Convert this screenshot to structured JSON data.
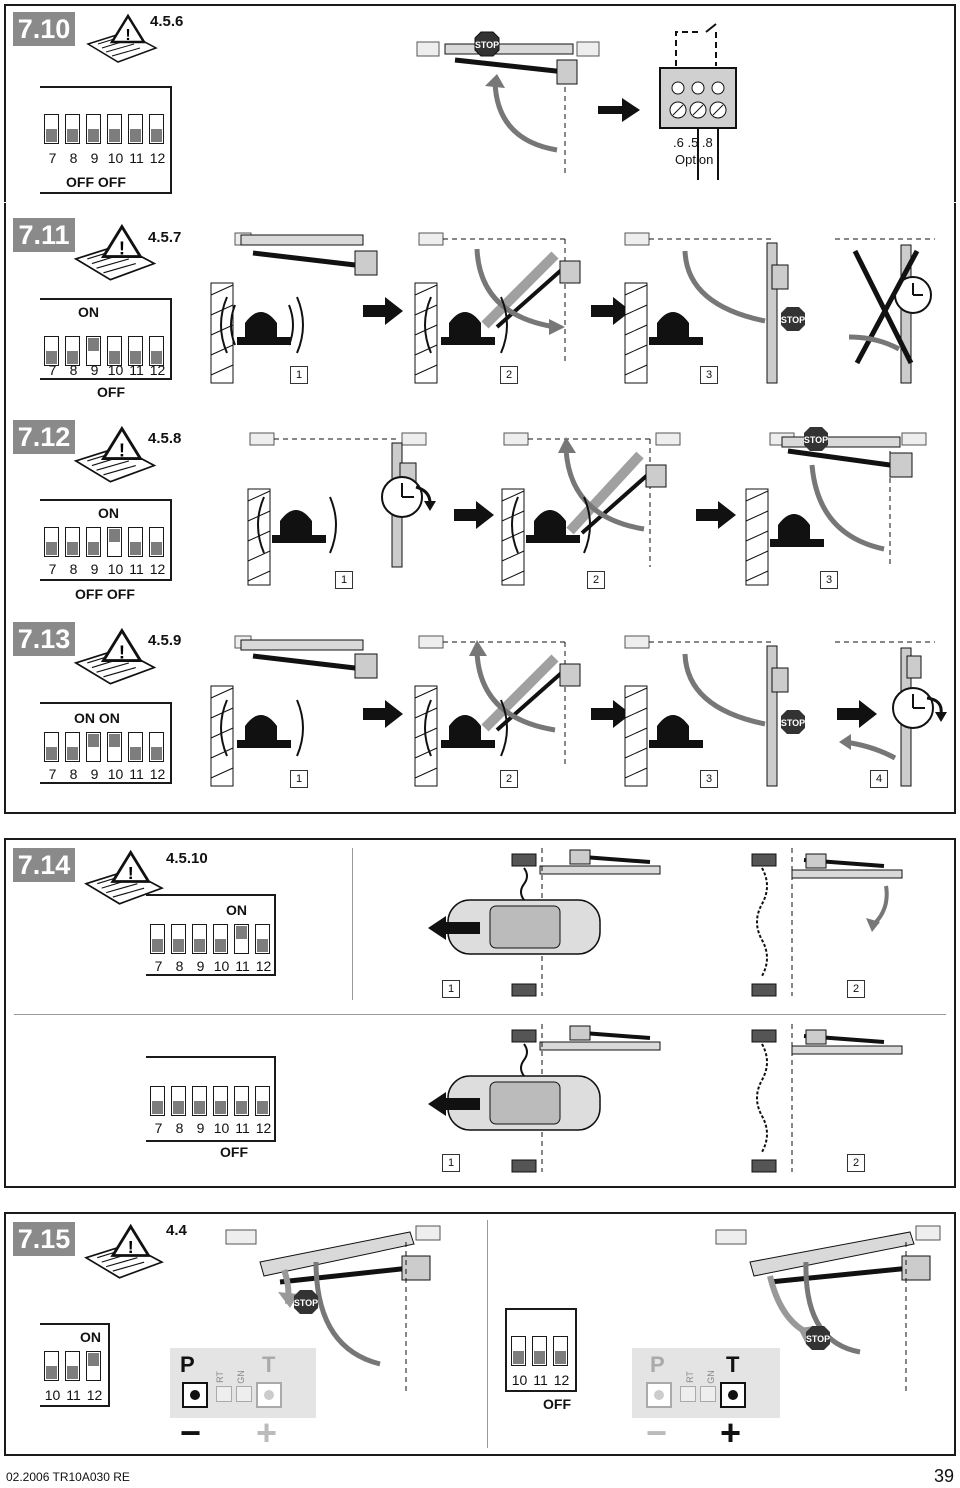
{
  "sections": {
    "s710": {
      "number": "7.10",
      "ref": "4.5.6",
      "dip_labels": [
        "7",
        "8",
        "9",
        "10",
        "11",
        "12"
      ],
      "top_label": "",
      "bottom_label": "OFF OFF",
      "terminal_labels": ".6  .5  .8",
      "option_label": "Option"
    },
    "s711": {
      "number": "7.11",
      "ref": "4.5.7",
      "dip_labels": [
        "7",
        "8",
        "9",
        "10",
        "11",
        "12"
      ],
      "top_label": "ON",
      "bottom_label": "OFF",
      "steps": [
        "1",
        "2",
        "3"
      ]
    },
    "s712": {
      "number": "7.12",
      "ref": "4.5.8",
      "dip_labels": [
        "7",
        "8",
        "9",
        "10",
        "11",
        "12"
      ],
      "top_label": "ON",
      "bottom_label": "OFF  OFF",
      "steps": [
        "1",
        "2",
        "3"
      ]
    },
    "s713": {
      "number": "7.13",
      "ref": "4.5.9",
      "dip_labels": [
        "7",
        "8",
        "9",
        "10",
        "11",
        "12"
      ],
      "top_label": "ON ON",
      "bottom_label": "",
      "steps": [
        "1",
        "2",
        "3",
        "4"
      ]
    },
    "s714": {
      "number": "7.14",
      "ref": "4.5.10",
      "dip_labels": [
        "7",
        "8",
        "9",
        "10",
        "11",
        "12"
      ],
      "top_label": "ON",
      "bottom_label": "OFF",
      "steps": [
        "1",
        "2"
      ]
    },
    "s715": {
      "number": "7.15",
      "ref": "4.4",
      "dip_labels": [
        "10",
        "11",
        "12"
      ],
      "top_label": "ON",
      "bottom_label": "OFF",
      "panel_left": {
        "p": "P",
        "rt": "RT",
        "gn": "GN",
        "t": "T",
        "minus": "−",
        "plus": "+"
      },
      "panel_right": {
        "p": "P",
        "rt": "RT",
        "gn": "GN",
        "t": "T",
        "minus": "−",
        "plus": "+"
      }
    }
  },
  "stop_label": "STOP",
  "footer": {
    "code": "02.2006  TR10A030  RE",
    "page": "39"
  }
}
